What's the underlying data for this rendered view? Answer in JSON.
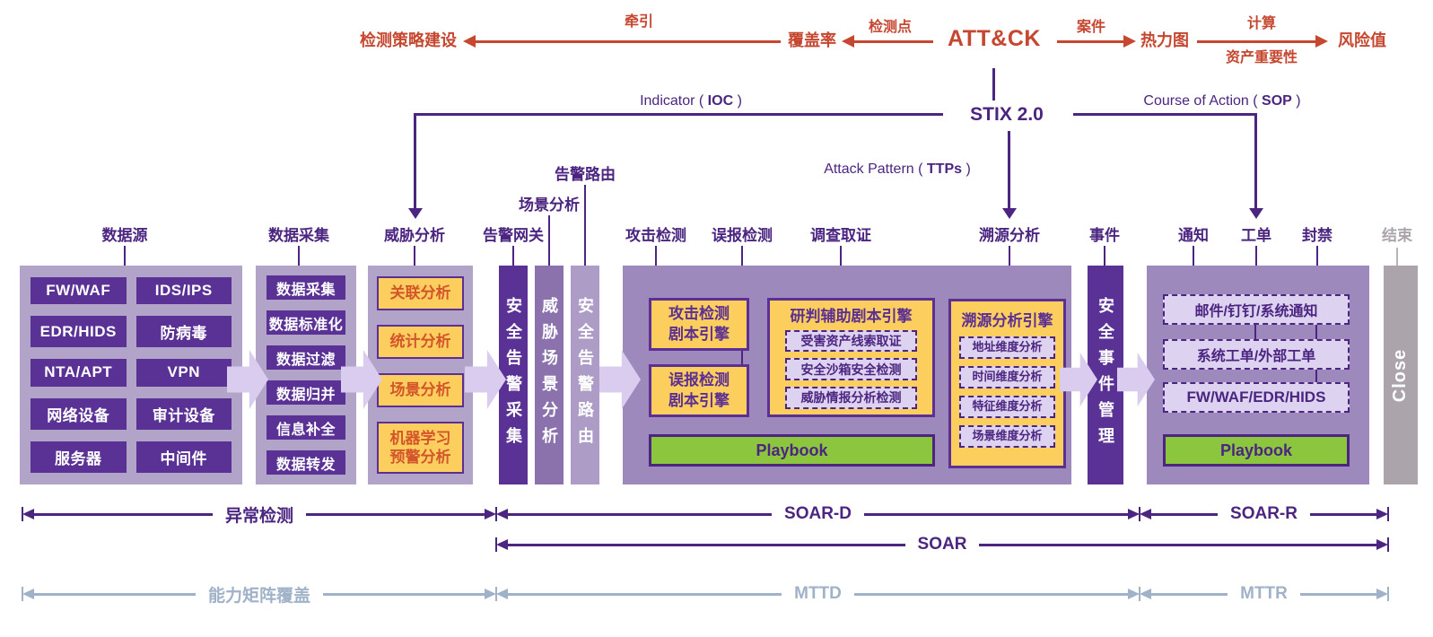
{
  "top_flow": {
    "strategy": "检测策略建设",
    "pull": "牵引",
    "coverage": "覆盖率",
    "detect_point": "检测点",
    "attck": "ATT&CK",
    "case": "案件",
    "heatmap": "热力图",
    "compute": "计算",
    "asset_importance": "资产重要性",
    "risk": "风险值"
  },
  "stix": {
    "title": "STIX 2.0",
    "ioc": {
      "prefix": "Indicator ( ",
      "bold": "IOC",
      "suffix": " )"
    },
    "ttp": {
      "prefix": "Attack Pattern ( ",
      "bold": "TTPs",
      "suffix": " )"
    },
    "sop": {
      "prefix": "Course of Action ( ",
      "bold": "SOP",
      "suffix": " )"
    }
  },
  "panels": {
    "datasource": {
      "label": "数据源",
      "items": [
        "FW/WAF",
        "IDS/IPS",
        "EDR/HIDS",
        "防病毒",
        "NTA/APT",
        "VPN",
        "网络设备",
        "审计设备",
        "服务器",
        "中间件"
      ]
    },
    "collection": {
      "label": "数据采集",
      "items": [
        "数据采集",
        "数据标准化",
        "数据过滤",
        "数据归并",
        "信息补全",
        "数据转发"
      ]
    },
    "analysis": {
      "label": "威胁分析",
      "items": [
        "关联分析",
        "统计分析",
        "场景分析"
      ],
      "ml_item": {
        "line1": "机器学习",
        "line2": "预警分析"
      }
    }
  },
  "bars": {
    "gateway": {
      "label": "告警网关",
      "text": "安全告警采集"
    },
    "scene": {
      "label": "场景分析",
      "text": "威胁场景分析"
    },
    "route": {
      "label": "告警路由",
      "text": "安全告警路由"
    },
    "event": {
      "label": "事件",
      "text": "安全事件管理"
    }
  },
  "soar_d": {
    "attack_engine": {
      "label": "攻击检测",
      "line1": "攻击检测",
      "line2": "剧本引擎"
    },
    "fp_engine": {
      "label": "误报检测",
      "line1": "误报检测",
      "line2": "剧本引擎"
    },
    "forensics": {
      "label": "调查取证",
      "title": "研判辅助剧本引擎",
      "items": [
        "受害资产线索取证",
        "安全沙箱安全检测",
        "威胁情报分析检测"
      ]
    },
    "trace": {
      "label": "溯源分析",
      "title": "溯源分析引擎",
      "items": [
        "地址维度分析",
        "时间维度分析",
        "特征维度分析",
        "场景维度分析"
      ]
    },
    "playbook": "Playbook"
  },
  "soar_r": {
    "labels": {
      "notify": "通知",
      "ticket": "工单",
      "block": "封禁"
    },
    "items": [
      "邮件/钉钉/系统通知",
      "系统工单/外部工单",
      "FW/WAF/EDR/HIDS"
    ],
    "playbook": "Playbook"
  },
  "close_bar": {
    "label": "结束",
    "text": "Close"
  },
  "measures": {
    "anomaly": "异常检测",
    "soar_d": "SOAR-D",
    "soar_r": "SOAR-R",
    "soar": "SOAR",
    "matrix": "能力矩阵覆盖",
    "mttd": "MTTD",
    "mttr": "MTTR"
  },
  "colors": {
    "red": "#C5472F",
    "purple_dark": "#4B2580",
    "purple_box": "#5A3194",
    "panel_light": "#B2A3C9",
    "panel_mid": "#9D89BC",
    "yellow": "#FBCE5D",
    "orange_text": "#D4542C",
    "lavender": "#DDD2F0",
    "green": "#8CC63F",
    "gray": "#ABA5AB",
    "steel": "#9FB2C8"
  }
}
